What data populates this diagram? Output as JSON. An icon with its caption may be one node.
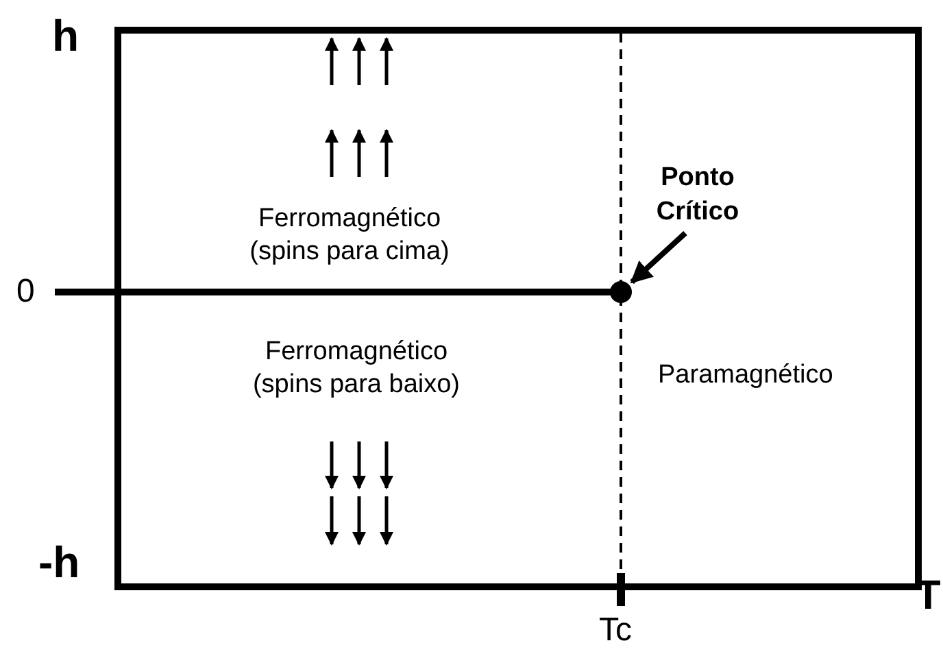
{
  "diagram": {
    "nodes": [
      {
        "text": [
          "Ponto Crítico"
        ]
      },
      {
        "text": [],
        "shape": "circle"
      }
    ],
    "edges": [
      {
        "from": 0,
        "to": 1,
        "arrow": "to"
      }
    ],
    "labels": [
      "h",
      "Ferromagnético (spins para cima)",
      "0",
      "Ferromagnético (spins para baixo)",
      "Paramagnético",
      "-h",
      "Tc",
      "T"
    ]
  }
}
